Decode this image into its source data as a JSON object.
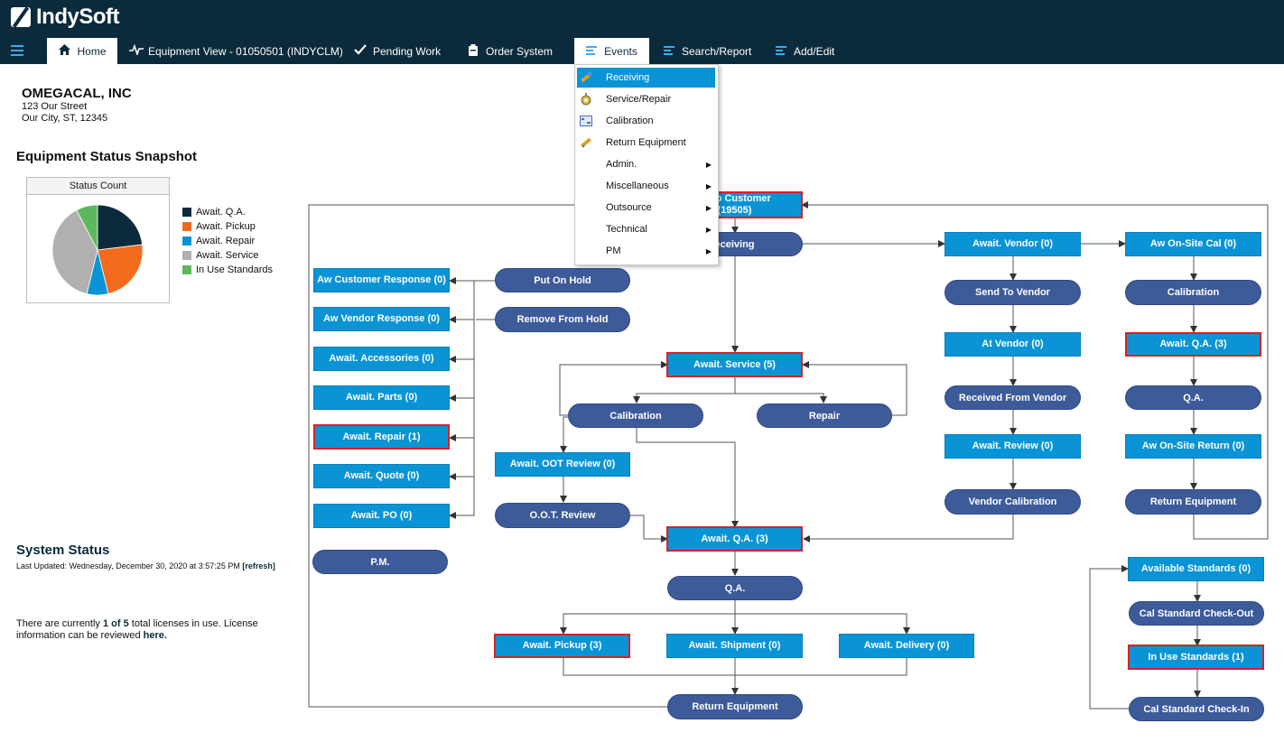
{
  "app": {
    "name": "IndySoft"
  },
  "nav": {
    "home": "Home",
    "equipment_view": "Equipment View - 01050501 (INDYCLM)",
    "pending_work": "Pending Work",
    "order_system": "Order System",
    "events": "Events",
    "search_report": "Search/Report",
    "add_edit": "Add/Edit"
  },
  "events_menu": {
    "items": [
      {
        "label": "Receiving",
        "icon": "receiving-icon"
      },
      {
        "label": "Service/Repair",
        "icon": "service-repair-icon"
      },
      {
        "label": "Calibration",
        "icon": "calibration-icon"
      },
      {
        "label": "Return Equipment",
        "icon": "return-equipment-icon"
      },
      {
        "label": "Admin."
      },
      {
        "label": "Miscellaneous"
      },
      {
        "label": "Outsource"
      },
      {
        "label": "Technical"
      },
      {
        "label": "PM"
      }
    ]
  },
  "company": {
    "name": "OMEGACAL, INC",
    "street": "123 Our Street",
    "city": "Our City, ST, 12345"
  },
  "snapshot": {
    "title": "Equipment Status Snapshot",
    "chart_title": "Status Count"
  },
  "chart_data": {
    "type": "pie",
    "title": "Status Count",
    "labels": [
      "Await. Q.A.",
      "Await. Pickup",
      "Await. Repair",
      "Await. Service",
      "In Use Standards"
    ],
    "values": [
      3,
      3,
      1,
      5,
      1
    ],
    "colors": [
      "#0b2b3c",
      "#f26b1d",
      "#0a94d6",
      "#b0b0b0",
      "#5cb85c"
    ],
    "legend": "right"
  },
  "system_status": {
    "title": "System Status",
    "updated": "Last Updated: Wednesday, December 30, 2020 at 3:57:25 PM",
    "refresh": "[refresh]",
    "license_prefix": "There are currently ",
    "license_count": "1 of 5",
    "license_mid": " total licenses in use. License information can be reviewed ",
    "license_link": "here."
  },
  "flow": {
    "shipped_to_customer": "ed to Customer",
    "shipped_count": "(19505)",
    "receiving": "eceiving",
    "await_vendor": "Await. Vendor (0)",
    "aw_onsite_cal": "Aw On-Site Cal (0)",
    "aw_customer_response": "Aw Customer Response (0)",
    "put_on_hold": "Put On Hold",
    "send_to_vendor": "Send To Vendor",
    "calibration_right": "Calibration",
    "aw_vendor_response": "Aw Vendor Response (0)",
    "remove_from_hold": "Remove From Hold",
    "at_vendor": "At Vendor (0)",
    "await_qa_right": "Await. Q.A. (3)",
    "await_accessories": "Await. Accessories (0)",
    "await_service": "Await. Service (5)",
    "received_from_vendor": "Received From Vendor",
    "qa_right": "Q.A.",
    "await_parts": "Await. Parts (0)",
    "calibration": "Calibration",
    "repair": "Repair",
    "await_repair": "Await. Repair (1)",
    "await_review": "Await. Review (0)",
    "aw_onsite_return": "Aw On-Site Return (0)",
    "await_oot_review": "Await. OOT Review (0)",
    "await_quote": "Await. Quote (0)",
    "vendor_calibration": "Vendor Calibration",
    "return_equipment_right": "Return Equipment",
    "oot_review": "O.O.T. Review",
    "await_po": "Await. PO (0)",
    "await_qa": "Await. Q.A. (3)",
    "pm": "P.M.",
    "available_standards": "Available Standards (0)",
    "qa": "Q.A.",
    "cal_standard_checkout": "Cal Standard Check-Out",
    "await_pickup": "Await. Pickup (3)",
    "await_shipment": "Await. Shipment (0)",
    "await_delivery": "Await. Delivery (0)",
    "in_use_standards": "In Use Standards (1)",
    "return_equipment": "Return Equipment",
    "cal_standard_checkin": "Cal Standard Check-In"
  }
}
